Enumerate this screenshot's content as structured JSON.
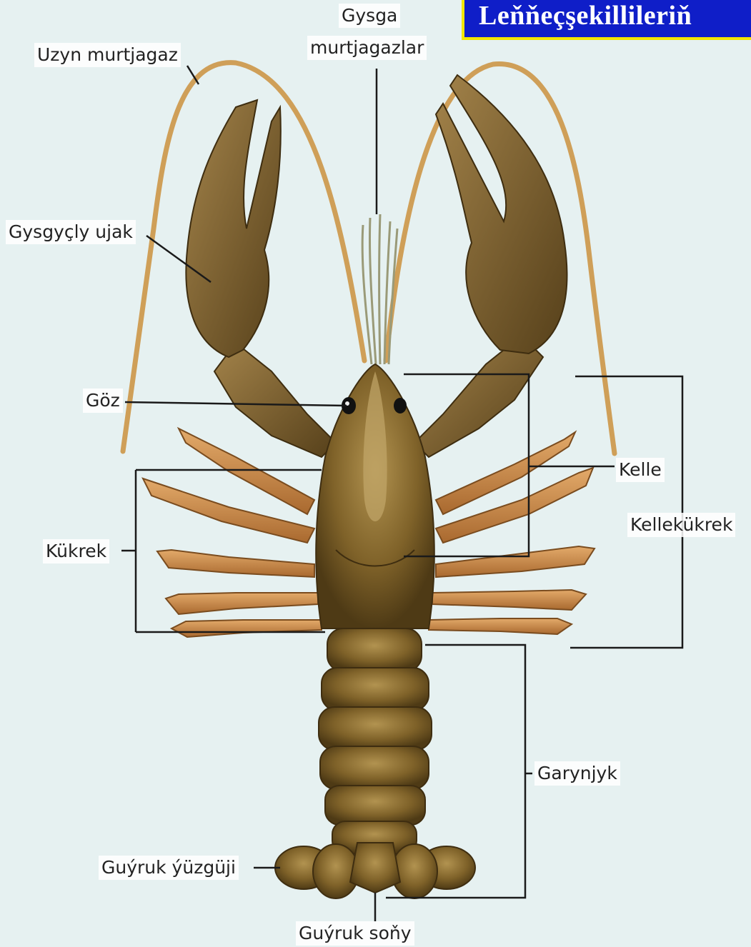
{
  "title": "Leňňeçşekillileriň",
  "labels": {
    "uzyn_murtjagaz": "Uzyn murtjagaz",
    "gysga_1": "Gysga",
    "gysga_2": "murtjagazlar",
    "gysgycly_ujak": "Gysgyçly ujak",
    "goz": "Göz",
    "kukrek": "Kükrek",
    "kelle": "Kelle",
    "kellekukrek": "Kellekükrek",
    "garynjyk": "Garynjyk",
    "guyruk_yuzguji": "Guýruk ýüzgüji",
    "guyruk_sony": "Guýruk soňy"
  },
  "colors": {
    "background": "#e6f1f1",
    "title_bg": "#0f1ec8",
    "title_border": "#f2e600",
    "shell": "#8a6a2a",
    "antenna": "#d3a45c",
    "leg": "#c98d50"
  }
}
